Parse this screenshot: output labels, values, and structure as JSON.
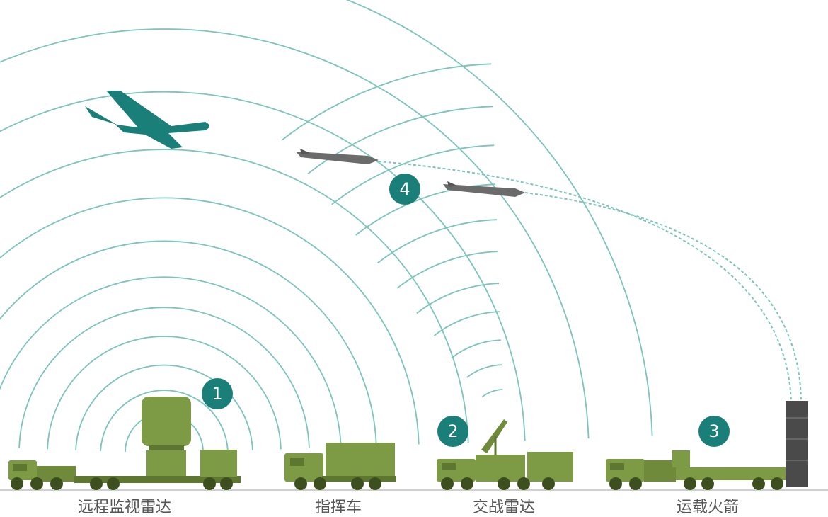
{
  "colors": {
    "wave": "#7cc4bc",
    "accent": "#1a7f78",
    "vehicle": "#7d9a45",
    "vehicle_dark": "#5d7630",
    "missile": "#6b6b6b",
    "ground": "#cfcfcf",
    "label": "#555555"
  },
  "markers": [
    "1",
    "2",
    "3",
    "4"
  ],
  "labels": {
    "surveillance_radar": "远程监视雷达",
    "command_vehicle": "指挥车",
    "engagement_radar": "交战雷达",
    "launcher": "运载火箭"
  },
  "icons": {
    "aircraft": "aircraft-icon",
    "missile": "missile-icon"
  }
}
